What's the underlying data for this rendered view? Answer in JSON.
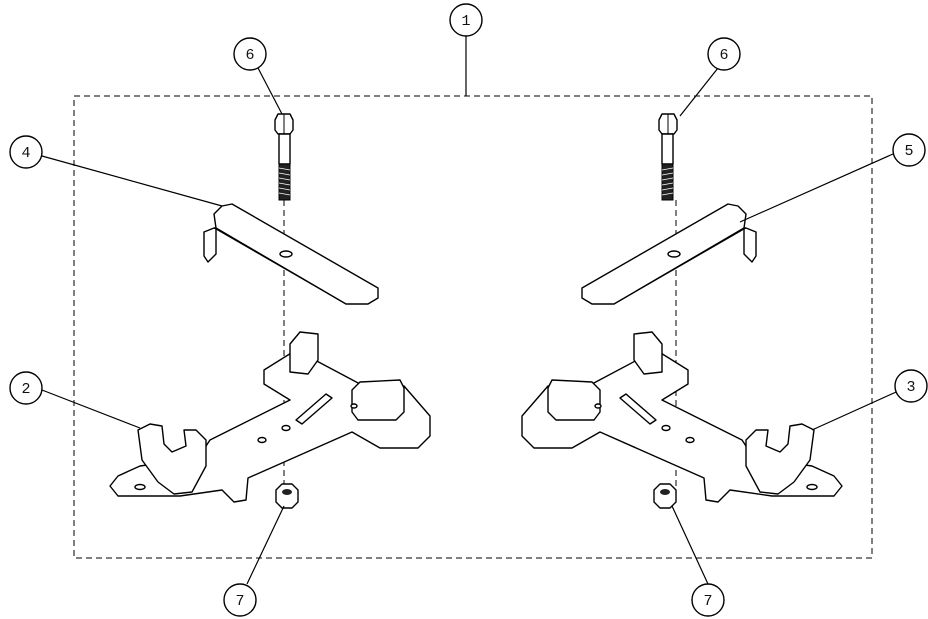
{
  "diagram": {
    "type": "exploded-parts-assembly",
    "callouts": [
      {
        "id": "assembly",
        "label": "1"
      },
      {
        "id": "left-base-bracket",
        "label": "2"
      },
      {
        "id": "right-base-bracket",
        "label": "3"
      },
      {
        "id": "left-clamp-plate",
        "label": "4"
      },
      {
        "id": "right-clamp-plate",
        "label": "5"
      },
      {
        "id": "left-bolt",
        "label": "6"
      },
      {
        "id": "right-bolt",
        "label": "6"
      },
      {
        "id": "left-nut",
        "label": "7"
      },
      {
        "id": "right-nut",
        "label": "7"
      }
    ]
  }
}
